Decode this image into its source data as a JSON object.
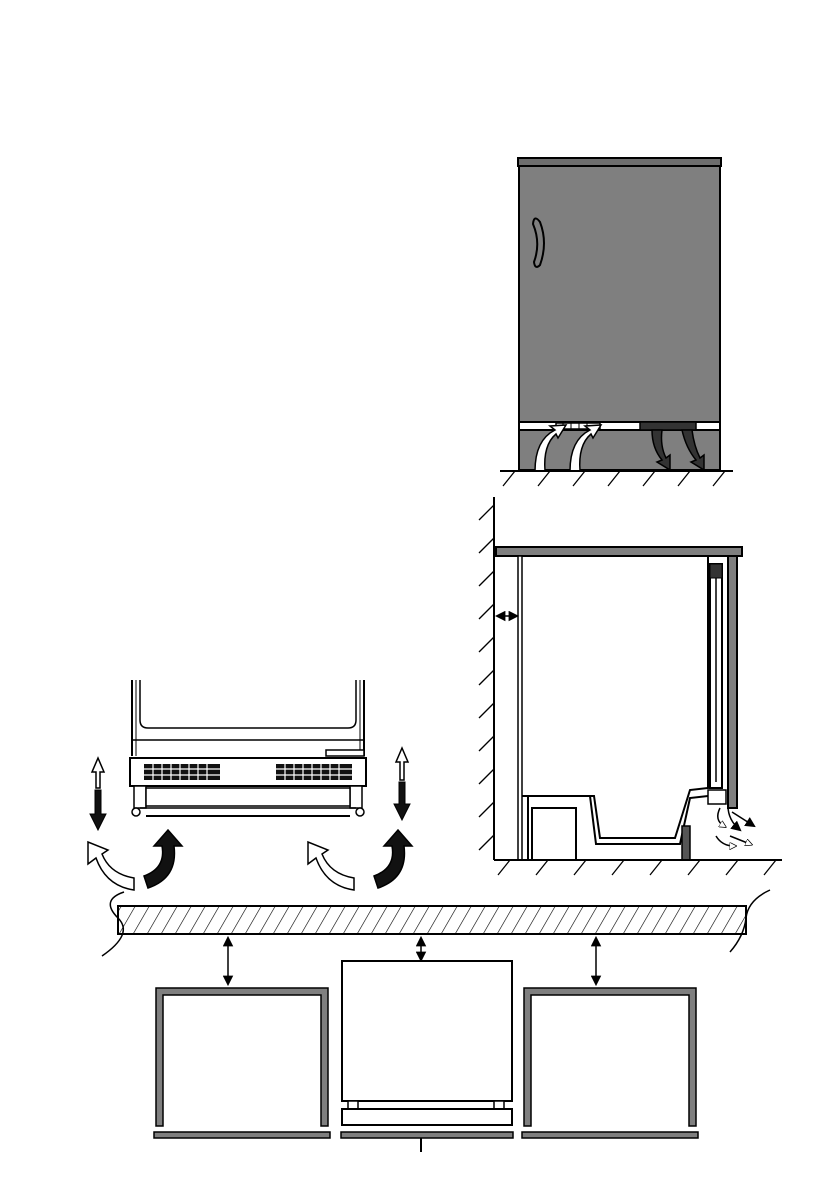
{
  "colors": {
    "ink": "#000000",
    "fridge_gray": "#7f7f7f",
    "panel_gray": "#8c8c8c",
    "paper": "#ffffff"
  },
  "figures": {
    "front_view": {
      "description_icon": "fridge-front-airflow"
    },
    "side_view": {
      "description_icon": "fridge-side-section"
    },
    "base_detail": {
      "description_icon": "plinth-vents-airflow"
    },
    "top_view": {
      "description_icon": "worktop-alignment"
    }
  }
}
